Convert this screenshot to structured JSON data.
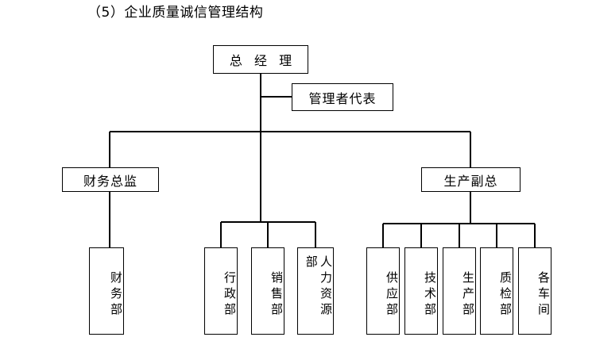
{
  "title": "（5）企业质量诚信管理结构",
  "colors": {
    "background": "#ffffff",
    "line": "#000000",
    "text": "#000000",
    "box_border": "#000000"
  },
  "chart_data": {
    "type": "diagram",
    "subtype": "organization-chart",
    "title": "（5）企业质量诚信管理结构",
    "orientation": "top-down",
    "levels": 3,
    "nodes": [
      {
        "id": "gm",
        "label": "总 经 理",
        "level": 0,
        "text_direction": "horizontal"
      },
      {
        "id": "mgmt_rep",
        "label": "管理者代表",
        "level": 1,
        "text_direction": "horizontal"
      },
      {
        "id": "cfo",
        "label": "财务总监",
        "level": 2,
        "text_direction": "horizontal"
      },
      {
        "id": "vp_prod",
        "label": "生产副总",
        "level": 2,
        "text_direction": "horizontal"
      },
      {
        "id": "finance_dept",
        "label": "财务部",
        "level": 3,
        "text_direction": "vertical"
      },
      {
        "id": "admin_dept",
        "label": "行政部",
        "level": 3,
        "text_direction": "vertical"
      },
      {
        "id": "sales_dept",
        "label": "销售部",
        "level": 3,
        "text_direction": "vertical"
      },
      {
        "id": "hr_dept",
        "label": "人力资源部",
        "level": 3,
        "text_direction": "vertical"
      },
      {
        "id": "supply_dept",
        "label": "供应部",
        "level": 3,
        "text_direction": "vertical"
      },
      {
        "id": "tech_dept",
        "label": "技术部",
        "level": 3,
        "text_direction": "vertical"
      },
      {
        "id": "prod_dept",
        "label": "生产部",
        "level": 3,
        "text_direction": "vertical"
      },
      {
        "id": "qc_dept",
        "label": "质检部",
        "level": 3,
        "text_direction": "vertical"
      },
      {
        "id": "workshops",
        "label": "各车间",
        "level": 3,
        "text_direction": "vertical"
      }
    ],
    "edges": [
      {
        "from": "gm",
        "to": "mgmt_rep"
      },
      {
        "from": "gm",
        "to": "cfo"
      },
      {
        "from": "gm",
        "to": "vp_prod"
      },
      {
        "from": "cfo",
        "to": "finance_dept"
      },
      {
        "from": "gm",
        "to": "admin_dept"
      },
      {
        "from": "gm",
        "to": "sales_dept"
      },
      {
        "from": "gm",
        "to": "hr_dept"
      },
      {
        "from": "vp_prod",
        "to": "supply_dept"
      },
      {
        "from": "vp_prod",
        "to": "tech_dept"
      },
      {
        "from": "vp_prod",
        "to": "prod_dept"
      },
      {
        "from": "vp_prod",
        "to": "qc_dept"
      },
      {
        "from": "vp_prod",
        "to": "workshops"
      }
    ]
  },
  "nodes": {
    "gm": {
      "label": "总 经 理"
    },
    "mgmt_rep": {
      "label": "管理者代表"
    },
    "cfo": {
      "label": "财务总监"
    },
    "vp_prod": {
      "label": "生产副总"
    },
    "finance_dept": {
      "label": "财务部"
    },
    "admin_dept": {
      "label": "行政部"
    },
    "sales_dept": {
      "label": "销售部"
    },
    "hr_dept": {
      "label": "人力资源部"
    },
    "supply_dept": {
      "label": "供应部"
    },
    "tech_dept": {
      "label": "技术部"
    },
    "prod_dept": {
      "label": "生产部"
    },
    "qc_dept": {
      "label": "质检部"
    },
    "workshops": {
      "label": "各车间"
    }
  }
}
